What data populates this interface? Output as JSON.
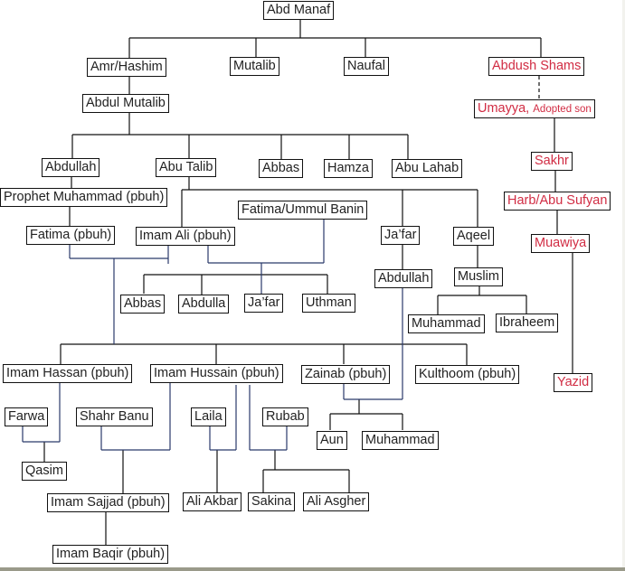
{
  "diagram": {
    "type": "family-tree",
    "colors": {
      "default_text": "#222222",
      "highlight_text": "#d12c43",
      "line_black": "#111111",
      "line_blue": "#2a3a6a"
    },
    "nodes": {
      "abd_manaf": "Abd Manaf",
      "amr_hashim": "Amr/Hashim",
      "mutalib": "Mutalib",
      "naufal": "Naufal",
      "abdush_shams": "Abdush Shams",
      "umayya": "Umayya,",
      "umayya_note": "Adopted son",
      "abdul_mutalib": "Abdul Mutalib",
      "abdullah": "Abdullah",
      "abu_talib": "Abu Talib",
      "abbas": "Abbas",
      "hamza": "Hamza",
      "abu_lahab": "Abu Lahab",
      "sakhr": "Sakhr",
      "prophet_muhammad": "Prophet Muhammad (pbuh)",
      "fatima_ummul_banin": "Fatima/Ummul Banin",
      "harb_abu_sufyan": "Harb/Abu Sufyan",
      "fatima": "Fatima (pbuh)",
      "imam_ali": "Imam Ali (pbuh)",
      "jafar": "Ja’far",
      "aqeel": "Aqeel",
      "muawiya": "Muawiya",
      "abdullah_son_of_jafar": "Abdullah",
      "muslim": "Muslim",
      "abbas_son_of_ali": "Abbas",
      "abdulla_son_of_ali": "Abdulla",
      "jafar_son_of_ali": "Ja’far",
      "uthman_son_of_ali": "Uthman",
      "muhammad_son_of_muslim": "Muhammad",
      "ibraheem": "Ibraheem",
      "imam_hassan": "Imam Hassan (pbuh)",
      "imam_hussain": "Imam Hussain (pbuh)",
      "zainab": "Zainab (pbuh)",
      "kulthoom": "Kulthoom (pbuh)",
      "yazid": "Yazid",
      "farwa": "Farwa",
      "shahr_banu": "Shahr Banu",
      "laila": "Laila",
      "rubab": "Rubab",
      "aun": "Aun",
      "muhammad_son_of_zainab": "Muhammad",
      "qasim": "Qasim",
      "imam_sajjad": "Imam Sajjad (pbuh)",
      "ali_akbar": "Ali Akbar",
      "sakina": "Sakina",
      "ali_asgher": "Ali Asgher",
      "imam_baqir": "Imam Baqir (pbuh)"
    },
    "relations": [
      {
        "parent": "Abd Manaf",
        "children": [
          "Amr/Hashim",
          "Mutalib",
          "Naufal",
          "Abdush Shams"
        ]
      },
      {
        "parent": "Abdush Shams",
        "children": [
          "Umayya (Adopted son)"
        ],
        "style": "dashed"
      },
      {
        "parent": "Amr/Hashim",
        "children": [
          "Abdul Mutalib"
        ]
      },
      {
        "parent": "Abdul Mutalib",
        "children": [
          "Abdullah",
          "Abu Talib",
          "Abbas",
          "Hamza",
          "Abu Lahab"
        ]
      },
      {
        "parent": "Umayya",
        "children": [
          "Sakhr"
        ]
      },
      {
        "parent": "Sakhr",
        "children": [
          "Harb/Abu Sufyan"
        ]
      },
      {
        "parent": "Harb/Abu Sufyan",
        "children": [
          "Muawiya"
        ]
      },
      {
        "parent": "Muawiya",
        "children": [
          "Yazid"
        ]
      },
      {
        "parent": "Abdullah",
        "children": [
          "Prophet Muhammad (pbuh)"
        ]
      },
      {
        "parent": "Prophet Muhammad (pbuh)",
        "children": [
          "Fatima (pbuh)"
        ]
      },
      {
        "parent": "Abu Talib",
        "children": [
          "Imam Ali (pbuh)",
          "Ja’far",
          "Aqeel"
        ]
      },
      {
        "parents": [
          "Fatima (pbuh)",
          "Imam Ali (pbuh)"
        ],
        "children": [
          "Imam Hassan (pbuh)",
          "Imam Hussain (pbuh)",
          "Zainab (pbuh)",
          "Kulthoom (pbuh)"
        ]
      },
      {
        "parents": [
          "Imam Ali (pbuh)",
          "Fatima/Ummul Banin"
        ],
        "children": [
          "Abbas",
          "Abdulla",
          "Ja’far",
          "Uthman"
        ]
      },
      {
        "parent": "Ja’far",
        "children": [
          "Abdullah"
        ]
      },
      {
        "parent": "Aqeel",
        "children": [
          "Muslim"
        ]
      },
      {
        "parent": "Muslim",
        "children": [
          "Muhammad",
          "Ibraheem"
        ]
      },
      {
        "parents": [
          "Abdullah",
          "Zainab (pbuh)"
        ],
        "children": [
          "Aun",
          "Muhammad"
        ]
      },
      {
        "parents": [
          "Imam Hassan (pbuh)",
          "Farwa"
        ],
        "children": [
          "Qasim"
        ]
      },
      {
        "parents": [
          "Imam Hussain (pbuh)",
          "Shahr Banu"
        ],
        "children": [
          "Imam Sajjad (pbuh)"
        ]
      },
      {
        "parents": [
          "Imam Hussain (pbuh)",
          "Laila"
        ],
        "children": [
          "Ali Akbar"
        ]
      },
      {
        "parents": [
          "Imam Hussain (pbuh)",
          "Rubab"
        ],
        "children": [
          "Sakina",
          "Ali Asgher"
        ]
      },
      {
        "parent": "Imam Sajjad (pbuh)",
        "children": [
          "Imam Baqir (pbuh)"
        ]
      }
    ]
  }
}
